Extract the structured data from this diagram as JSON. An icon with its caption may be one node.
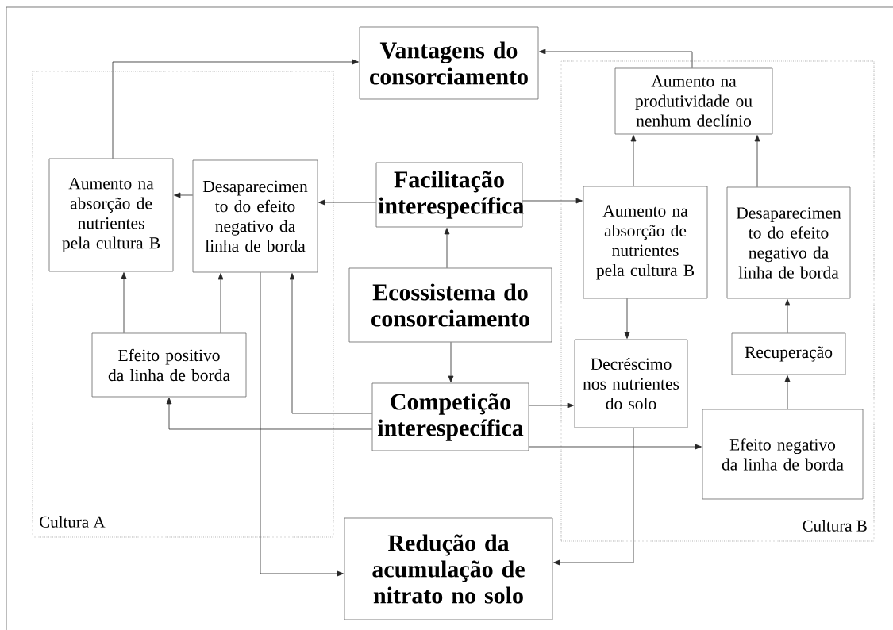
{
  "diagram": {
    "nodes": [
      {
        "text": [
          "Cultura A"
        ]
      },
      {
        "text": [
          "Cultura B"
        ]
      },
      {
        "text": [
          "Vantagens do consorciamento"
        ]
      },
      {
        "text": [
          "Aumento na produtividade ou nenhum declínio"
        ],
        "in": 1
      },
      {
        "text": [
          "Aumento na absorção de nutrientes pela cultura B"
        ],
        "in": 0
      },
      {
        "text": [
          "Desaparecimen to do efeito negativo da linha de borda"
        ],
        "in": 0
      },
      {
        "text": [
          "Facilitação interespecífica"
        ]
      },
      {
        "text": [
          "Aumento na absorção de nutrientes pela cultura B"
        ],
        "in": 1
      },
      {
        "text": [
          "Desaparecimen to do efeito negativo da linha de borda"
        ],
        "in": 1
      },
      {
        "text": [
          "Ecossistema do consorciamento"
        ]
      },
      {
        "text": [
          "Efeito positivo da linha de borda"
        ],
        "in": 0
      },
      {
        "text": [
          "Decréscimo nos nutrientes do solo"
        ],
        "in": 1
      },
      {
        "text": [
          "Recuperação"
        ],
        "in": 1
      },
      {
        "text": [
          "Competição interespecífica"
        ]
      },
      {
        "text": [
          "Efeito negativo da linha de borda"
        ],
        "in": 1
      },
      {
        "text": [
          "Redução da acumulação de nitrato no solo"
        ]
      }
    ],
    "edges": [
      {
        "from": 4,
        "to": 2,
        "arrow": "to"
      },
      {
        "from": 3,
        "to": 2,
        "arrow": "to"
      },
      {
        "from": 5,
        "to": 4,
        "arrow": "to"
      },
      {
        "from": 6,
        "to": 5,
        "arrow": "to"
      },
      {
        "from": 6,
        "to": 7,
        "arrow": "to"
      },
      {
        "from": 9,
        "to": 6,
        "arrow": "to"
      },
      {
        "from": 7,
        "to": 3,
        "arrow": "to"
      },
      {
        "from": 8,
        "to": 3,
        "arrow": "to"
      },
      {
        "from": 10,
        "to": 4,
        "arrow": "to"
      },
      {
        "from": 10,
        "to": 5,
        "arrow": "to"
      },
      {
        "from": 13,
        "to": 5,
        "arrow": "to"
      },
      {
        "from": 13,
        "to": 10,
        "arrow": "to"
      },
      {
        "from": 9,
        "to": 13,
        "arrow": "to"
      },
      {
        "from": 13,
        "to": 11,
        "arrow": "to"
      },
      {
        "from": 13,
        "to": 14,
        "arrow": "to"
      },
      {
        "from": 7,
        "to": 11,
        "arrow": "to"
      },
      {
        "from": 14,
        "to": 12,
        "arrow": "to"
      },
      {
        "from": 12,
        "to": 8,
        "arrow": "to"
      },
      {
        "from": 5,
        "to": 15,
        "arrow": "to"
      },
      {
        "from": 11,
        "to": 15,
        "arrow": "to"
      }
    ]
  }
}
